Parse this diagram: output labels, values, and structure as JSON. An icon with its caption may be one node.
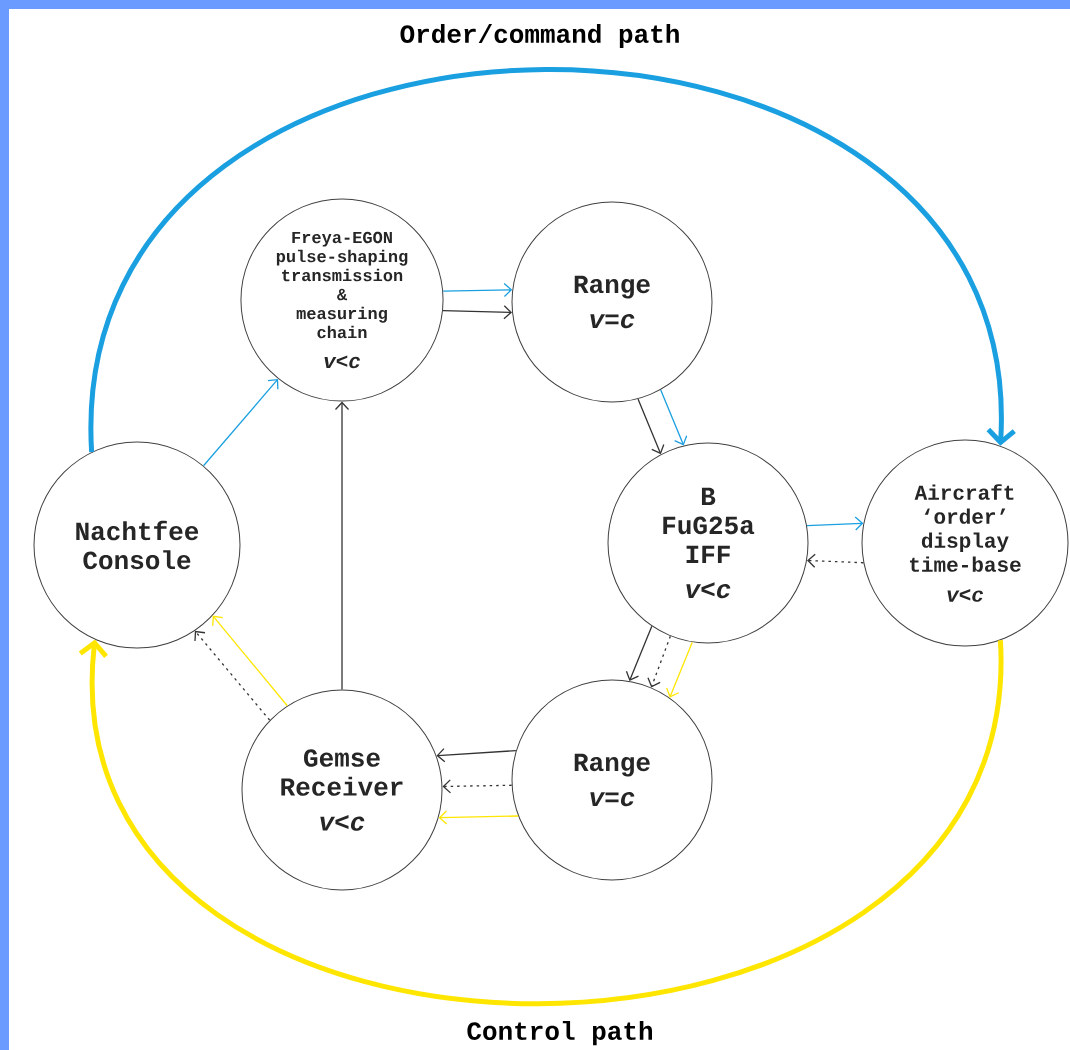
{
  "diagram": {
    "nodes": [
      {
        "text": [
          "Nachtfee Console"
        ]
      },
      {
        "text": [
          "Freya-EGON pulse-shaping transmission & measuring chain",
          "v<c"
        ]
      },
      {
        "text": [
          "Range",
          "v=c"
        ]
      },
      {
        "text": [
          "B FuG25a IFF",
          "v<c"
        ]
      },
      {
        "text": [
          "Aircraft ‘order’ display time-base",
          "v<c"
        ]
      },
      {
        "text": [
          "Gemse Receiver",
          "v<c"
        ]
      },
      {
        "text": [
          "Range",
          "v=c"
        ]
      }
    ],
    "edges": [
      {
        "from": 0,
        "to": 1,
        "arrow": "to",
        "color": "#1a9fe0"
      },
      {
        "from": 1,
        "to": 2,
        "arrow": "to",
        "color": "#1a9fe0"
      },
      {
        "from": 1,
        "to": 2,
        "arrow": "to"
      },
      {
        "from": 2,
        "to": 3,
        "arrow": "to"
      },
      {
        "from": 2,
        "to": 3,
        "arrow": "to",
        "color": "#1a9fe0"
      },
      {
        "from": 3,
        "to": 4,
        "arrow": "to",
        "color": "#1a9fe0"
      },
      {
        "from": 4,
        "to": 3,
        "arrow": "to",
        "style": "dashed"
      },
      {
        "from": 3,
        "to": 6,
        "arrow": "to"
      },
      {
        "from": 3,
        "to": 6,
        "arrow": "to",
        "style": "dashed"
      },
      {
        "from": 3,
        "to": 6,
        "arrow": "to",
        "color": "#ffe600"
      },
      {
        "from": 6,
        "to": 5,
        "arrow": "to"
      },
      {
        "from": 6,
        "to": 5,
        "arrow": "to",
        "style": "dashed"
      },
      {
        "from": 6,
        "to": 5,
        "arrow": "to",
        "color": "#ffe600"
      },
      {
        "from": 5,
        "to": 1,
        "arrow": "to"
      },
      {
        "from": 5,
        "to": 0,
        "arrow": "to",
        "style": "dashed"
      },
      {
        "from": 5,
        "to": 0,
        "arrow": "to",
        "color": "#ffe600"
      },
      {
        "from": 0,
        "to": 4,
        "arrow": "to",
        "label": "Order/command path",
        "style": "thick",
        "color": "#1a9fe0"
      },
      {
        "from": 4,
        "to": 0,
        "arrow": "to",
        "label": "Control path",
        "style": "thick",
        "color": "#ffe600"
      }
    ]
  }
}
